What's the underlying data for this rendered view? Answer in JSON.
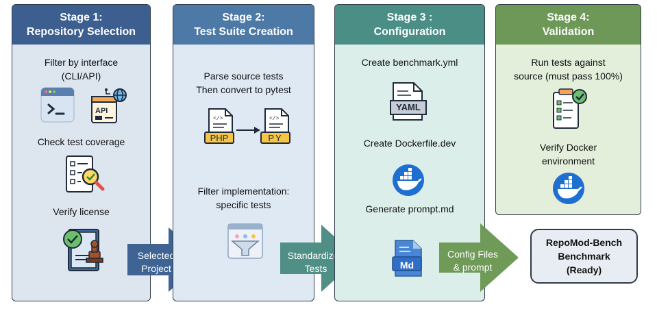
{
  "stages": [
    {
      "title_line1": "Stage 1:",
      "title_line2": "Repository Selection",
      "steps": [
        "Filter by interface",
        "(CLI/API)",
        "Check test coverage",
        "Verify license"
      ]
    },
    {
      "title_line1": "Stage 2:",
      "title_line2": "Test Suite Creation",
      "steps": [
        "Parse source tests",
        "Then convert to pytest",
        "Filter implementation:",
        "specific tests"
      ],
      "badges": {
        "from": "PHP",
        "to": "PY"
      }
    },
    {
      "title_line1": "Stage 3 :",
      "title_line2": "Configuration",
      "steps": [
        "Create benchmark.yml",
        "Create Dockerfile.dev",
        "Generate prompt.md"
      ],
      "badges": {
        "yaml": "YAML",
        "md": "Md"
      }
    },
    {
      "title_line1": "Stage 4:",
      "title_line2": "Validation",
      "steps": [
        "Run tests against",
        "source (must pass 100%)",
        "Verify Docker",
        "environment"
      ]
    }
  ],
  "arrows": [
    {
      "line1": "Selected",
      "line2": "Project"
    },
    {
      "line1": "Standardized",
      "line2": "Tests"
    },
    {
      "line1": "Config Files",
      "line2": "& prompt"
    }
  ],
  "result": {
    "line1": "RepoMod-Bench",
    "line2": "Benchmark",
    "line3": "(Ready)"
  },
  "colors": {
    "stage1_head": "#3d5f8f",
    "stage1_body": "#dde5ef",
    "stage2_head": "#4d79a6",
    "stage2_body": "#dfe9f4",
    "stage3_head": "#4a8e86",
    "stage3_body": "#dceeea",
    "stage4_head": "#6e9858",
    "stage4_body": "#e3eedb",
    "arrow1": "#3f6494",
    "arrow2": "#4f8f86",
    "arrow3": "#6f9a58"
  },
  "icons": [
    "terminal-icon",
    "api-globe-icon",
    "checklist-magnifier-icon",
    "license-stamp-icon",
    "php-file-icon",
    "py-file-icon",
    "filter-funnel-icon",
    "yaml-file-icon",
    "docker-whale-icon",
    "markdown-file-icon",
    "checklist-check-icon"
  ]
}
